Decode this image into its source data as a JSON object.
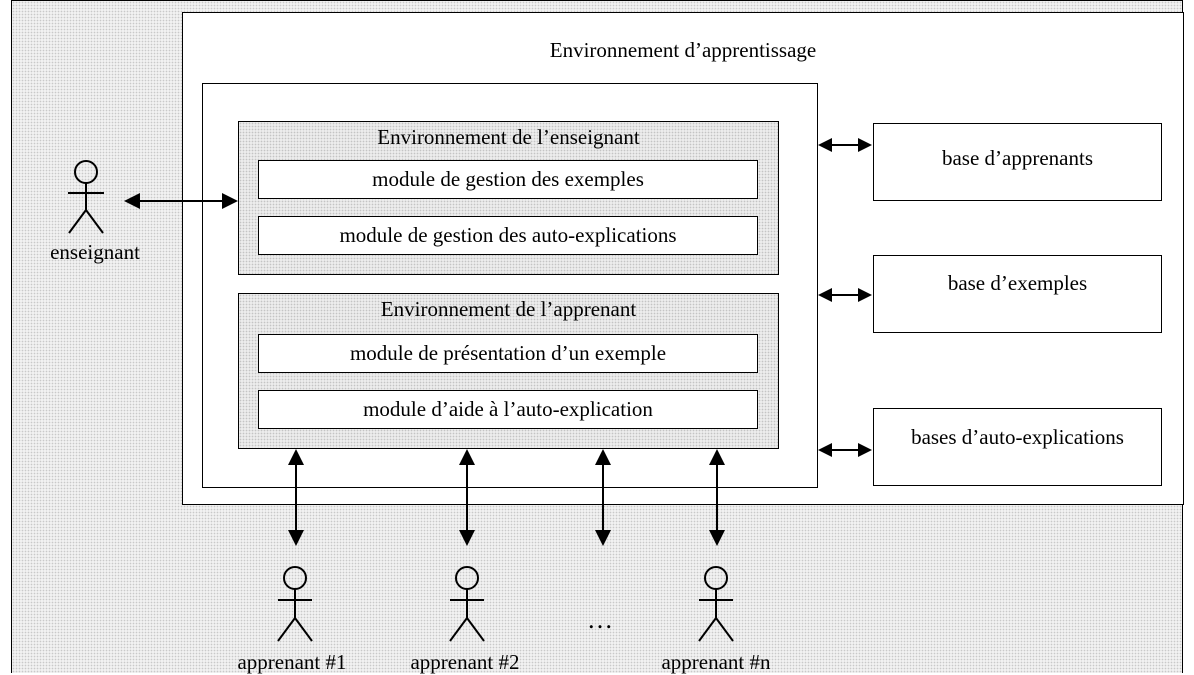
{
  "outer_environment": {
    "title": "Environnement d’apprentissage"
  },
  "teacher_environment": {
    "title": "Environnement de l’enseignant",
    "modules": [
      "module de gestion des exemples",
      "module de gestion des auto-explications"
    ]
  },
  "learner_environment": {
    "title": "Environnement de l’apprenant",
    "modules": [
      "module de présentation d’un exemple",
      "module d’aide à l’auto-explication"
    ]
  },
  "databases": [
    "base d’apprenants",
    "base d’exemples",
    "bases d’auto-explications"
  ],
  "teacher": {
    "label": "enseignant"
  },
  "learners": [
    "apprenant #1",
    "apprenant #2",
    "apprenant #n"
  ],
  "ellipsis": "…"
}
